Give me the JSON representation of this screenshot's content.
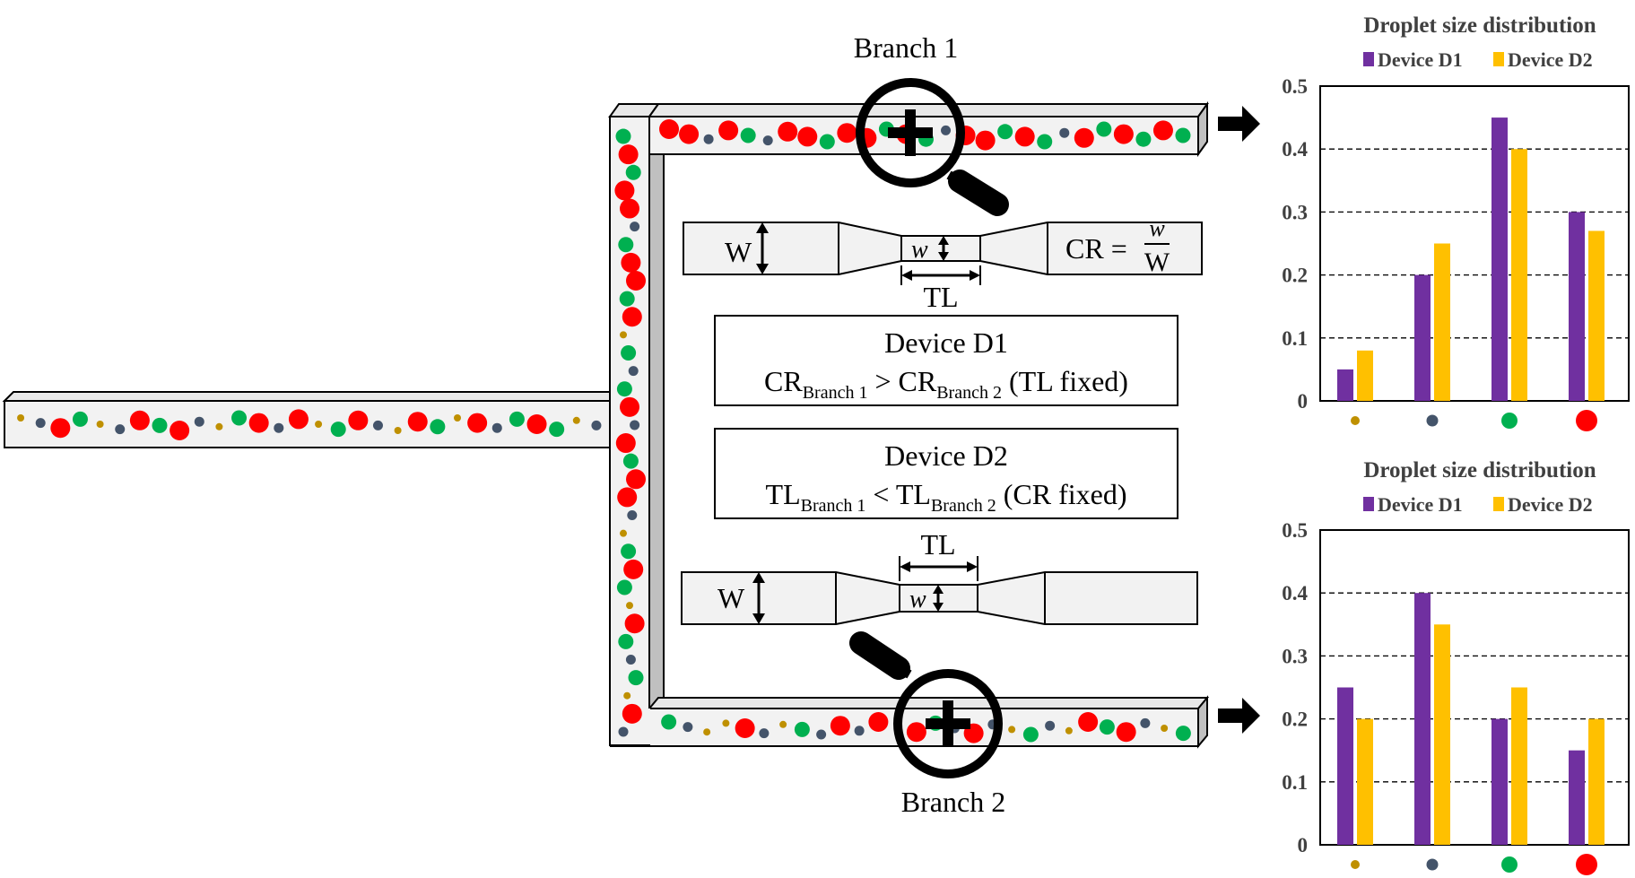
{
  "labels": {
    "branch1": "Branch 1",
    "branch2": "Branch 2",
    "W": "W",
    "w": "w",
    "TL": "TL",
    "cr_eq": "CR =",
    "cr_num": "w",
    "cr_den": "W"
  },
  "device_d1": {
    "title": "Device D1",
    "cr_main": "CR",
    "sub1": "Branch 1",
    "op": " > ",
    "cr_main2": "CR",
    "sub2": "Branch 2",
    "tail": " (TL fixed)"
  },
  "device_d2": {
    "title": "Device D2",
    "tl_main": "TL",
    "sub1": "Branch 1",
    "op": " < ",
    "tl_main2": "TL",
    "sub2": "Branch 2",
    "tail": " (CR fixed)"
  },
  "colors": {
    "red": "#ff0000",
    "green": "#00b050",
    "navy": "#44546a",
    "gold": "#bf9000",
    "purple": "#7030a0",
    "yellow": "#ffc000",
    "channel_fill": "#f2f2f2",
    "channel_shade": "#c0c0c0"
  },
  "chart_data": [
    {
      "type": "bar",
      "title": "Droplet size distribution",
      "categories": [
        "small-gold",
        "small-navy",
        "medium-green",
        "large-red"
      ],
      "category_icons": [
        "gold-droplet-icon",
        "navy-droplet-icon",
        "green-droplet-icon",
        "red-droplet-icon"
      ],
      "series": [
        {
          "name": "Device D1",
          "values": [
            0.05,
            0.2,
            0.45,
            0.3
          ]
        },
        {
          "name": "Device D2",
          "values": [
            0.08,
            0.25,
            0.4,
            0.27
          ]
        }
      ],
      "ylim": [
        0,
        0.5
      ],
      "yticks": [
        "0",
        "0.1",
        "0.2",
        "0.3",
        "0.4",
        "0.5"
      ],
      "grid": true,
      "legend": "top"
    },
    {
      "type": "bar",
      "title": "Droplet size distribution",
      "categories": [
        "small-gold",
        "small-navy",
        "medium-green",
        "large-red"
      ],
      "category_icons": [
        "gold-droplet-icon",
        "navy-droplet-icon",
        "green-droplet-icon",
        "red-droplet-icon"
      ],
      "series": [
        {
          "name": "Device D1",
          "values": [
            0.25,
            0.4,
            0.2,
            0.15
          ]
        },
        {
          "name": "Device D2",
          "values": [
            0.2,
            0.35,
            0.25,
            0.2
          ]
        }
      ],
      "ylim": [
        0,
        0.5
      ],
      "yticks": [
        "0",
        "0.1",
        "0.2",
        "0.3",
        "0.4",
        "0.5"
      ],
      "grid": true,
      "legend": "top"
    }
  ]
}
